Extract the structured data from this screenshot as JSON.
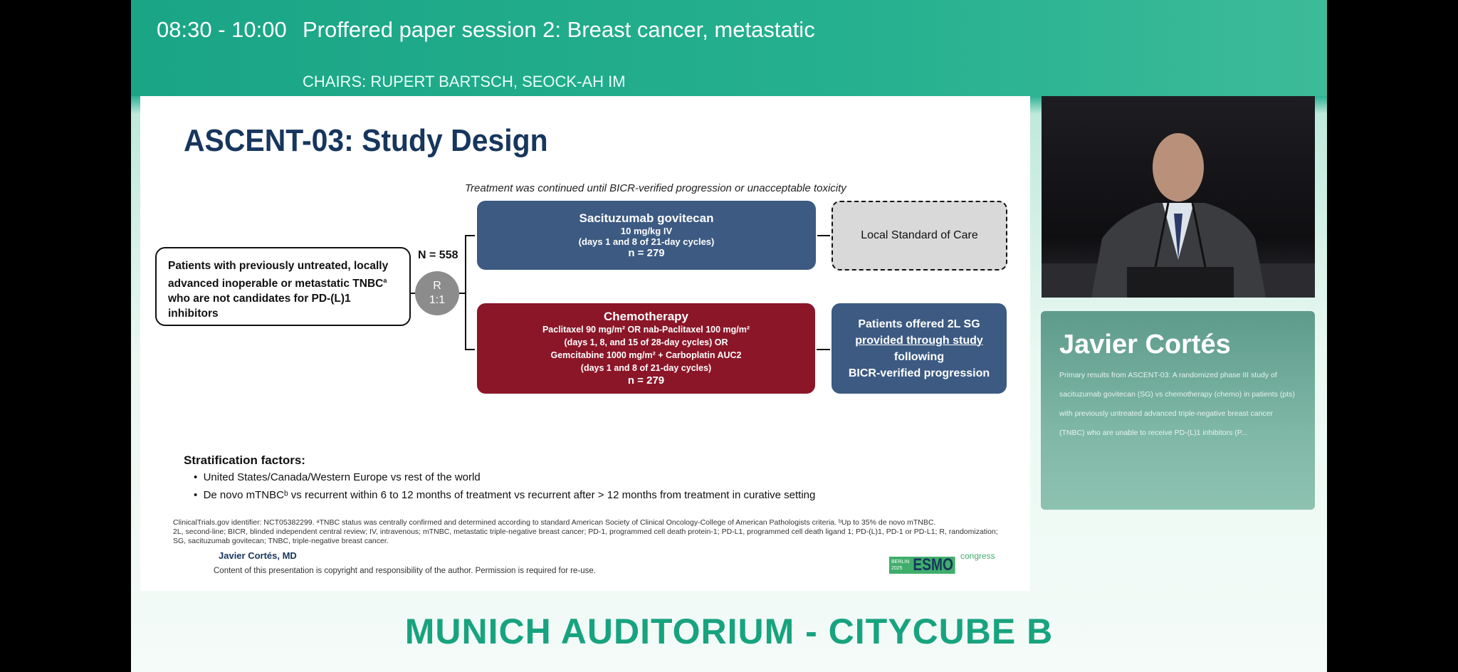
{
  "header": {
    "time": "08:30 - 10:00",
    "title": "Proffered paper session 2: Breast cancer, metastatic",
    "chairs": "CHAIRS: RUPERT BARTSCH, SEOCK-AH IM"
  },
  "slide": {
    "title": "ASCENT-03: Study Design",
    "note": "Treatment was continued until BICR-verified progression or unacceptable toxicity",
    "patients": [
      "Patients with previously untreated, locally",
      "advanced inoperable or metastatic TNBC",
      "a",
      "who are not candidates for PD-(L)1 inhibitors"
    ],
    "n_total": "N = 558",
    "randomization": [
      "R",
      "1:1"
    ],
    "sg_arm": {
      "title": "Sacituzumab govitecan",
      "dose": "10 mg/kg IV",
      "schedule": "(days 1 and 8 of 21-day cycles)",
      "n": "n = 279"
    },
    "soc": "Local Standard of Care",
    "chemo_arm": {
      "title": "Chemotherapy",
      "l1": "Paclitaxel 90 mg/m² OR nab-Paclitaxel 100 mg/m²",
      "l2": "(days 1, 8, and 15 of 28-day cycles) OR",
      "l3": "Gemcitabine 1000 mg/m² + Carboplatin AUC2",
      "l4": "(days 1 and 8 of 21-day cycles)",
      "n": "n = 279"
    },
    "crossover": {
      "l1": "Patients offered 2L SG",
      "l2": "provided through study",
      "l3": "following",
      "l4": "BICR-verified progression"
    },
    "strat_title": "Stratification factors:",
    "strat": [
      "United States/Canada/Western Europe vs rest of the world",
      "De novo mTNBCᵇ vs recurrent within 6 to 12 months of treatment vs recurrent after > 12 months from treatment in curative setting"
    ],
    "footnote1": "ClinicalTrials.gov identifier: NCT05382299. ᵃTNBC status was centrally confirmed and determined according to standard American Society of Clinical Oncology-College of American Pathologists criteria. ᵇUp to 35% de novo mTNBC.",
    "footnote2": "2L, second-line; BICR, blinded independent central review; IV, intravenous; mTNBC, metastatic triple-negative breast cancer; PD-1, programmed cell death protein-1; PD-L1, programmed cell death ligand 1; PD-(L)1, PD-1 or PD-L1; R, randomization; SG, sacituzumab govitecan; TNBC, triple-negative breast cancer.",
    "author": "Javier Cortés, MD",
    "copyright": "Content of this presentation is copyright and responsibility of the author. Permission is required for re-use.",
    "logo": {
      "city": "BERLIN",
      "year": "2025",
      "name": "ESMO",
      "suffix": "congress"
    }
  },
  "speaker": {
    "name": "Javier Cortés",
    "desc": "Primary results from ASCENT-03: A randomized phase III study of sacituzumab govitecan (SG) vs chemotherapy (chemo) in patients (pts) with previously untreated advanced triple-negative breast cancer (TNBC) who are unable to receive PD-(L)1 inhibitors (P..."
  },
  "venue": "MUNICH AUDITORIUM - CITYCUBE B"
}
